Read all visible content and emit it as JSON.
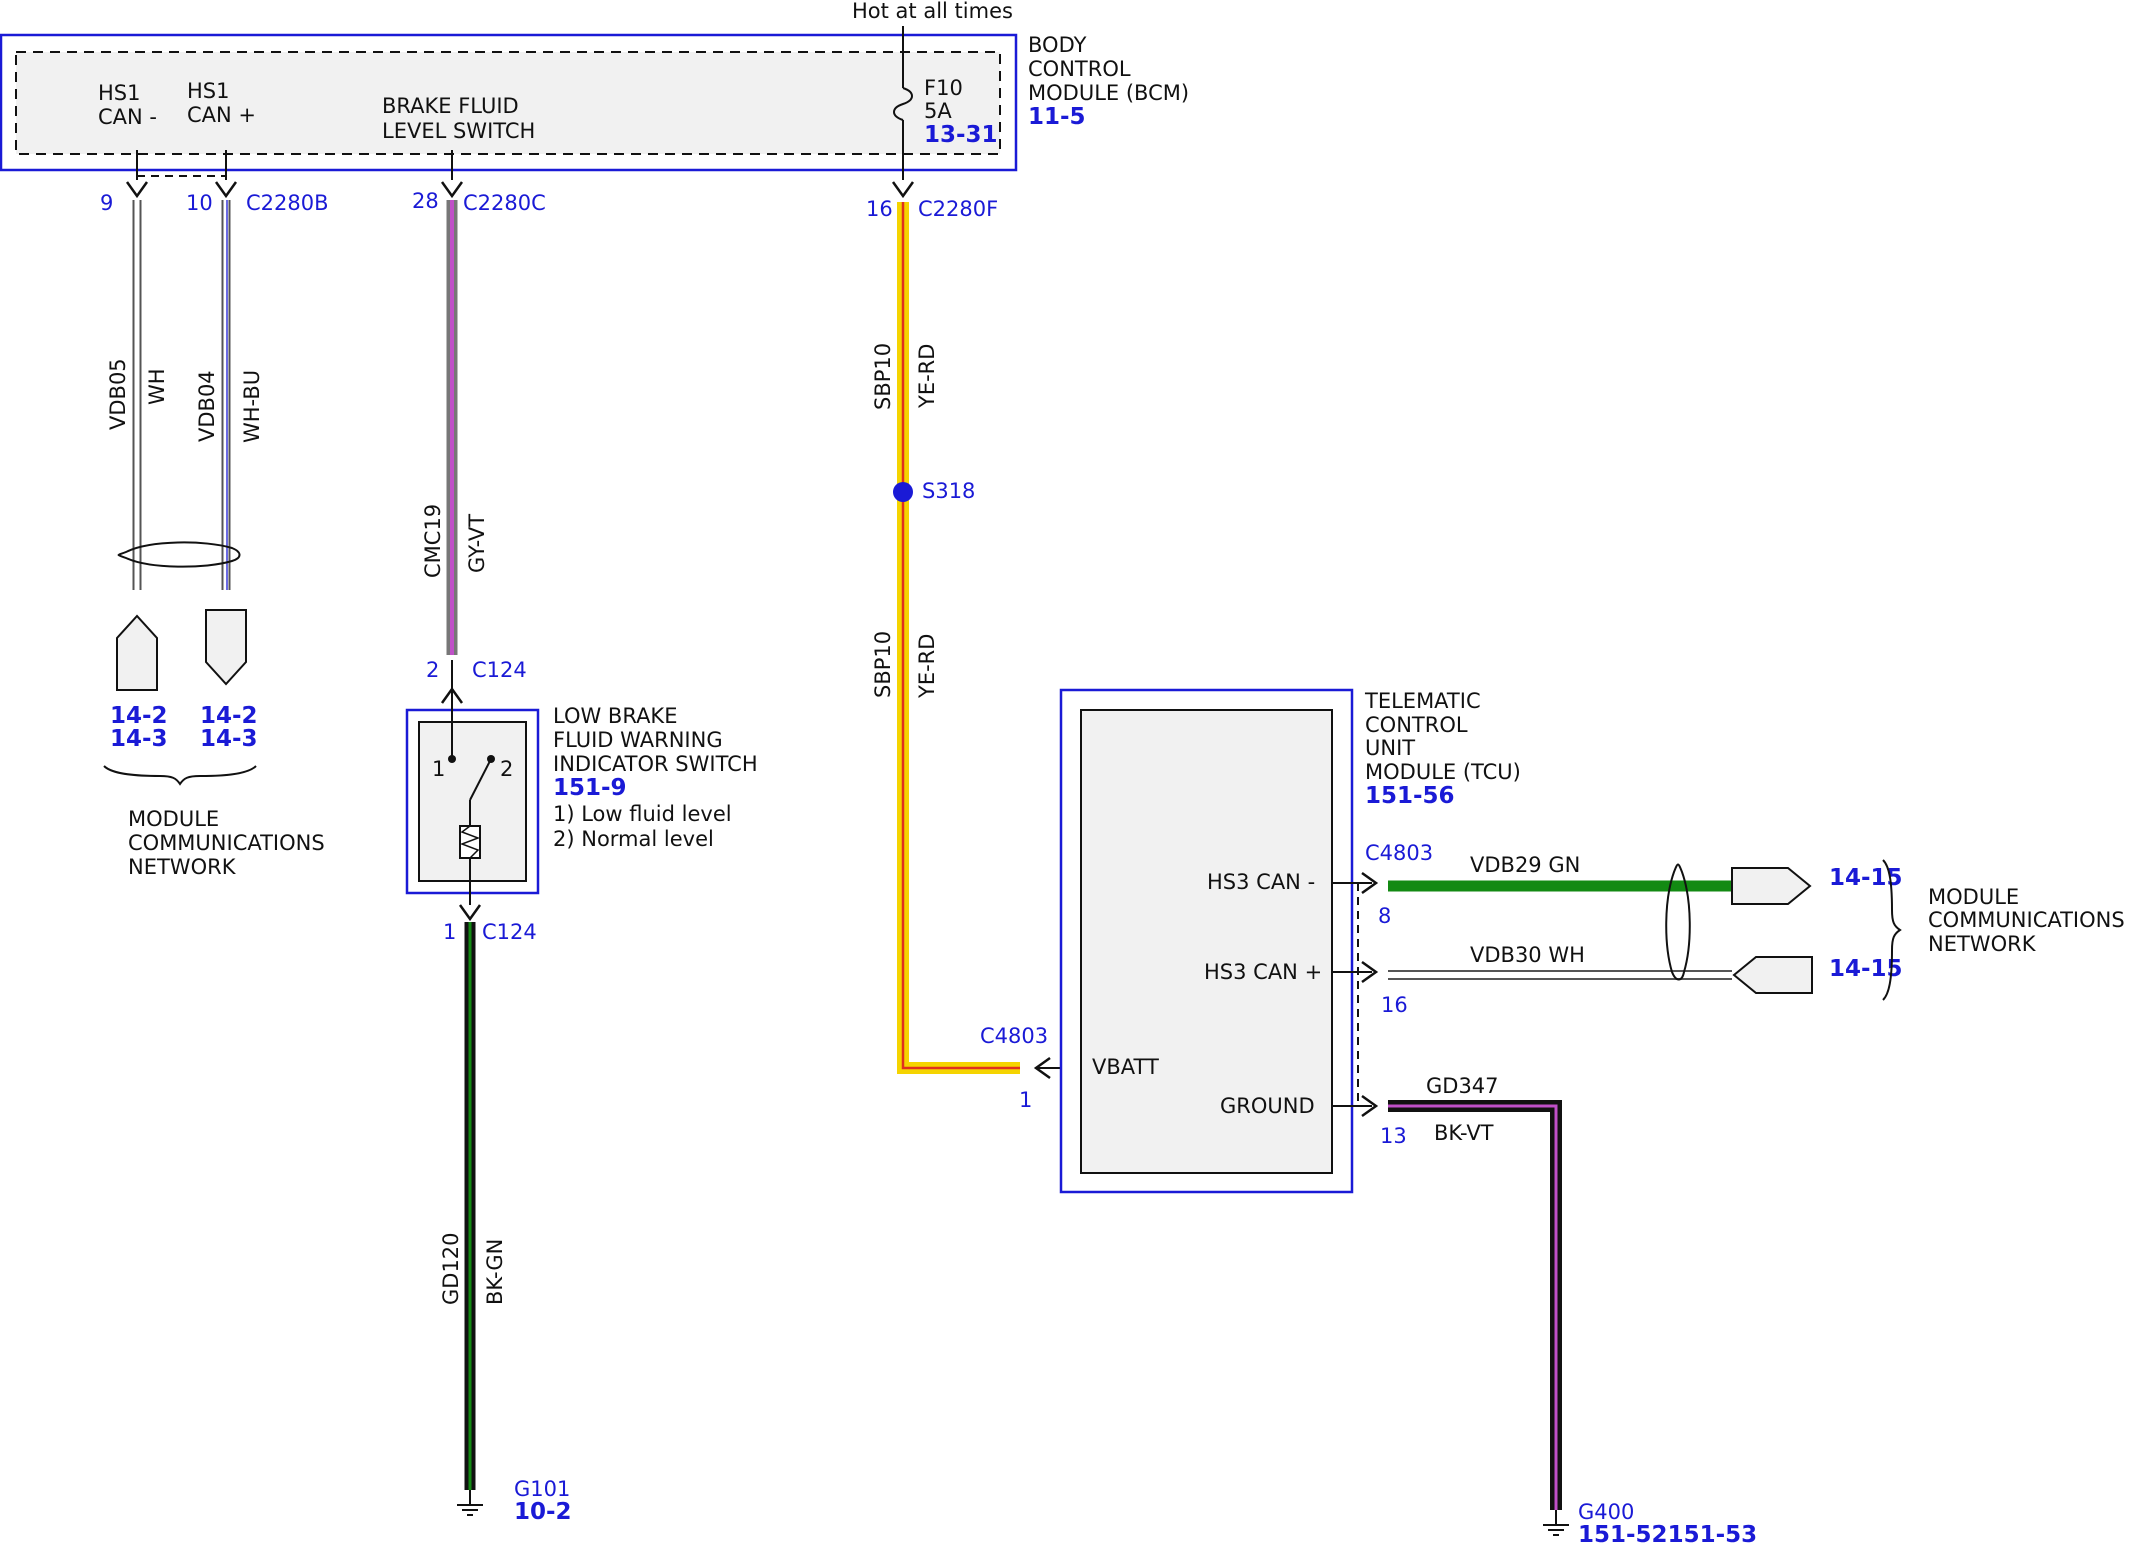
{
  "colors": {
    "accent_blue": "#1a1ad6",
    "wire_yellow": "#f5d400",
    "wire_red": "#e0301e",
    "wire_green": "#138a13",
    "wire_black": "#111111",
    "wire_violet": "#c050c8",
    "wire_gray": "#9a9a9a",
    "box_fill": "#f1f1f1"
  },
  "top_label": "Hot at all times",
  "bcm": {
    "name_lines": [
      "BODY",
      "CONTROL",
      "MODULE (BCM)"
    ],
    "ref": "11-5",
    "hs1_minus": [
      "HS1",
      "CAN -"
    ],
    "hs1_plus": [
      "HS1",
      "CAN +"
    ],
    "brake_switch": [
      "BRAKE FLUID",
      "LEVEL SWITCH"
    ],
    "fuse": [
      "F10",
      "5A"
    ],
    "fuse_ref": "13-31"
  },
  "connectors": {
    "pin9": "9",
    "pin10": "10",
    "c2280b": "C2280B",
    "pin28": "28",
    "c2280c": "C2280C",
    "pin16_top": "16",
    "c2280f": "C2280F",
    "pin2": "2",
    "c124_top": "C124",
    "pin1_c124": "1",
    "c124_bottom": "C124",
    "c4803_left": "C4803",
    "pin1_tcu": "1",
    "c4803_right": "C4803",
    "pin8": "8",
    "pin16_tcu": "16",
    "pin13": "13"
  },
  "wires": {
    "vdb05": "VDB05",
    "wh": "WH",
    "vdb04": "VDB04",
    "wh_bu": "WH-BU",
    "cmc19": "CMC19",
    "gy_vt": "GY-VT",
    "sbp10_a": "SBP10",
    "ye_rd_a": "YE-RD",
    "sbp10_b": "SBP10",
    "ye_rd_b": "YE-RD",
    "gd120": "GD120",
    "bk_gn": "BK-GN",
    "vdb29": "VDB29 GN",
    "vdb30": "VDB30 WH",
    "gd347": "GD347",
    "bk_vt": "BK-VT"
  },
  "splice": "S318",
  "left_refs": {
    "ref1a": "14-2",
    "ref1b": "14-3",
    "ref2a": "14-2",
    "ref2b": "14-3"
  },
  "left_network": [
    "MODULE",
    "COMMUNICATIONS",
    "NETWORK"
  ],
  "switch": {
    "name_lines": [
      "LOW BRAKE",
      "FLUID WARNING",
      "INDICATOR SWITCH"
    ],
    "ref": "151-9",
    "notes": [
      "1) Low fluid level",
      "2) Normal level"
    ],
    "pos1": "1",
    "pos2": "2"
  },
  "tcu": {
    "name_lines": [
      "TELEMATIC",
      "CONTROL",
      "UNIT",
      "MODULE (TCU)"
    ],
    "ref": "151-56",
    "hs3_minus": "HS3 CAN -",
    "hs3_plus": "HS3 CAN +",
    "vbatt": "VBATT",
    "ground": "GROUND"
  },
  "right_refs": {
    "ref_top": "14-15",
    "ref_bottom": "14-15"
  },
  "right_network": [
    "MODULE",
    "COMMUNICATIONS",
    "NETWORK"
  ],
  "grounds": {
    "g101": "G101",
    "g101_ref": "10-2",
    "g400": "G400",
    "g400_ref": "151-52151-53"
  }
}
